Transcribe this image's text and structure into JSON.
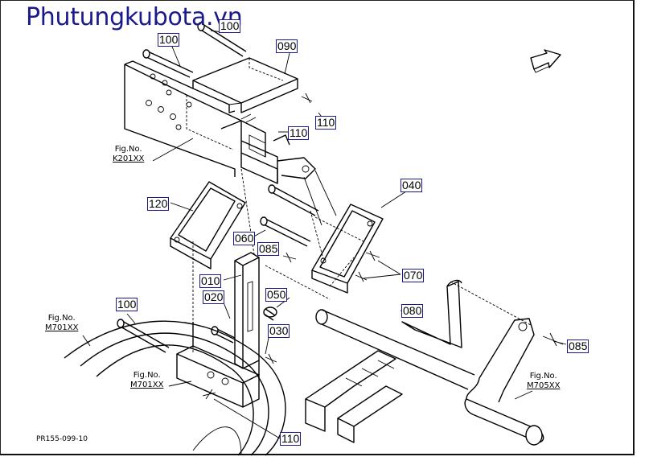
{
  "watermark": "Phutungkubota.vn",
  "doc_code": "PR155-099-10",
  "part_refs": [
    "100",
    "100",
    "090",
    "110",
    "110",
    "040",
    "120",
    "060",
    "085",
    "070",
    "010",
    "050",
    "020",
    "080",
    "100",
    "030",
    "085",
    "110"
  ],
  "fig_refs": [
    {
      "label": "Fig.No.",
      "code": "K201XX"
    },
    {
      "label": "Fig.No.",
      "code": "M701XX"
    },
    {
      "label": "Fig.No.",
      "code": "M701XX"
    },
    {
      "label": "Fig.No.",
      "code": "M705XX"
    }
  ],
  "icons": [
    "front-direction-arrow-icon"
  ],
  "colors": {
    "watermark": "#1a1a8c",
    "ref_box_border": "#1a1a8c"
  }
}
